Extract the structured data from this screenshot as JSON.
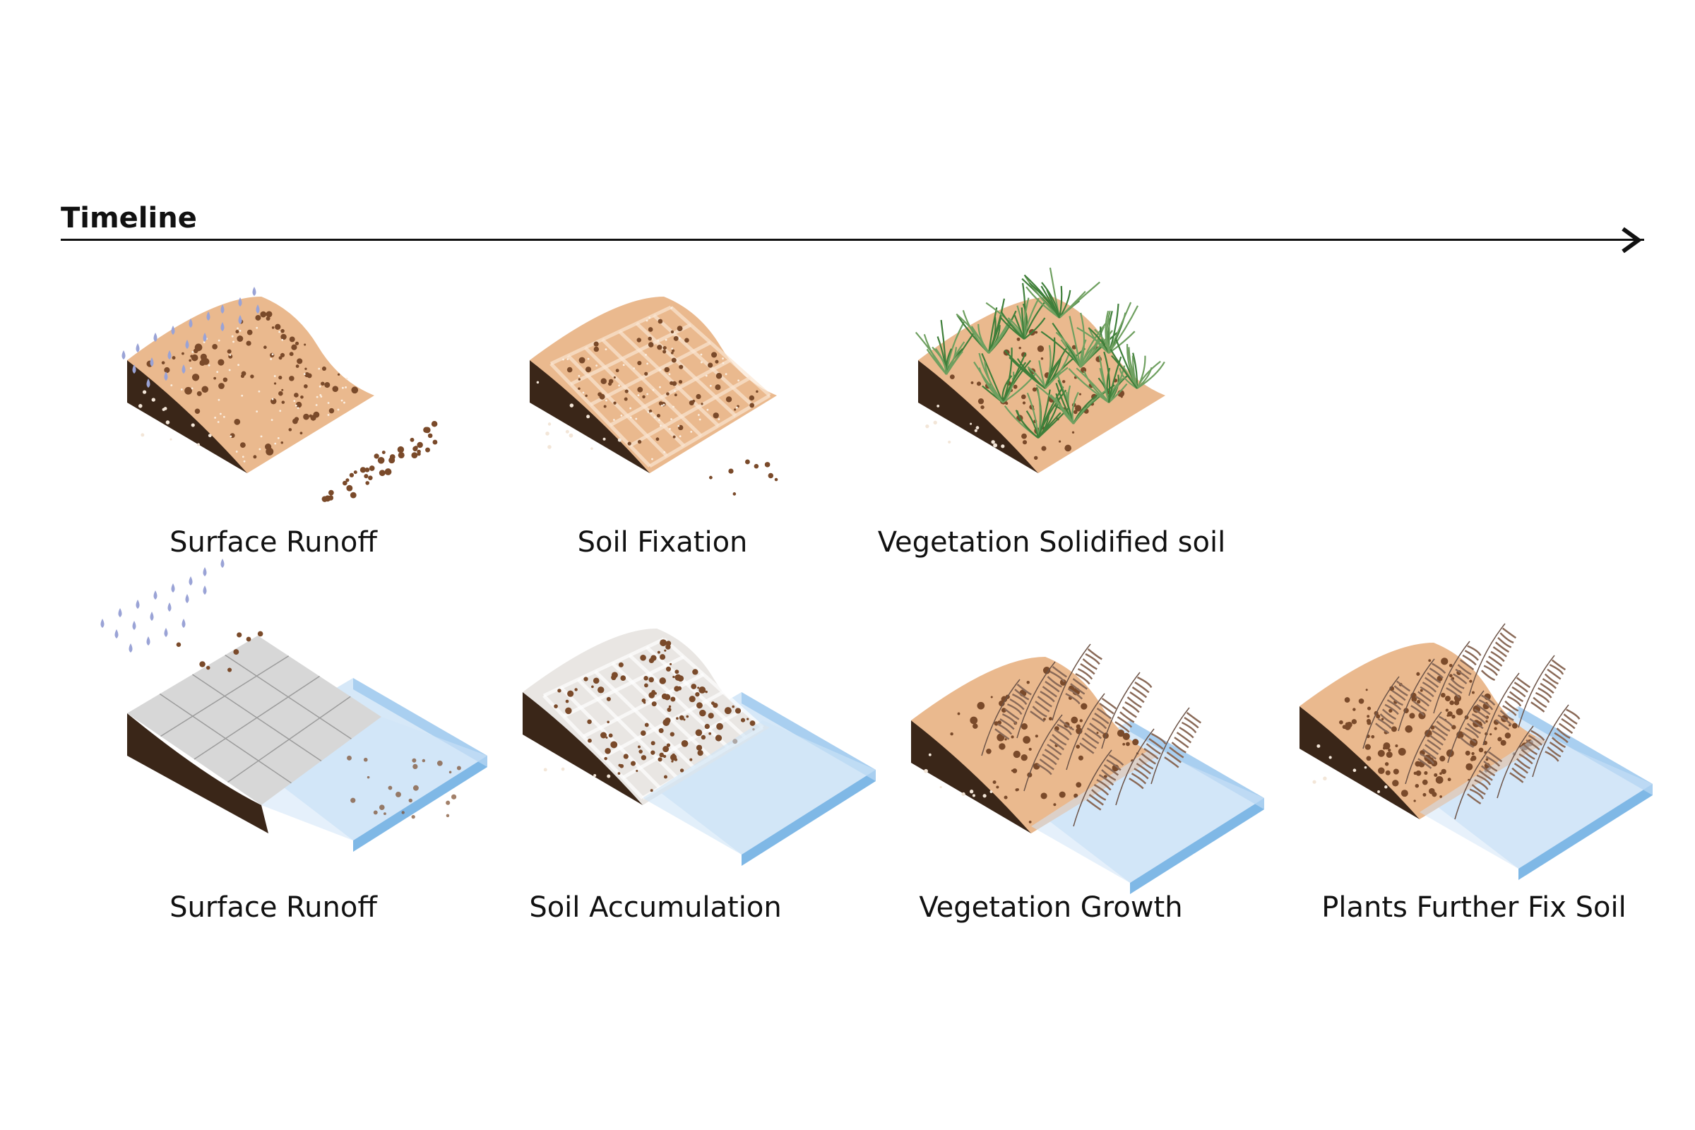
{
  "timeline": {
    "title": "Timeline"
  },
  "top_row": [
    {
      "caption": "Surface Runoff",
      "illustration": "rain-on-bare-slope"
    },
    {
      "caption": "Soil Fixation",
      "illustration": "gridded-soil-slope"
    },
    {
      "caption": "Vegetation Solidified soil",
      "illustration": "grass-covered-slope"
    }
  ],
  "bottom_row": [
    {
      "caption": "Surface Runoff",
      "illustration": "rain-on-paved-slope-into-water"
    },
    {
      "caption": "Soil Accumulation",
      "illustration": "sediment-on-slope-into-water"
    },
    {
      "caption": "Vegetation Growth",
      "illustration": "reeds-on-slope-into-water"
    },
    {
      "caption": "Plants Further Fix Soil",
      "illustration": "dense-reeds-on-slope-into-water"
    }
  ],
  "colors": {
    "sand": "#eab98e",
    "soil_dark": "#3a2618",
    "pebble": "#7a4a2a",
    "rain": "#9aa3d6",
    "grass": "#3f7f3a",
    "reed": "#8a6a58",
    "water_top": "#cfe4f7",
    "water_side": "#7fb8e6",
    "paving": "#d7d7d7"
  }
}
